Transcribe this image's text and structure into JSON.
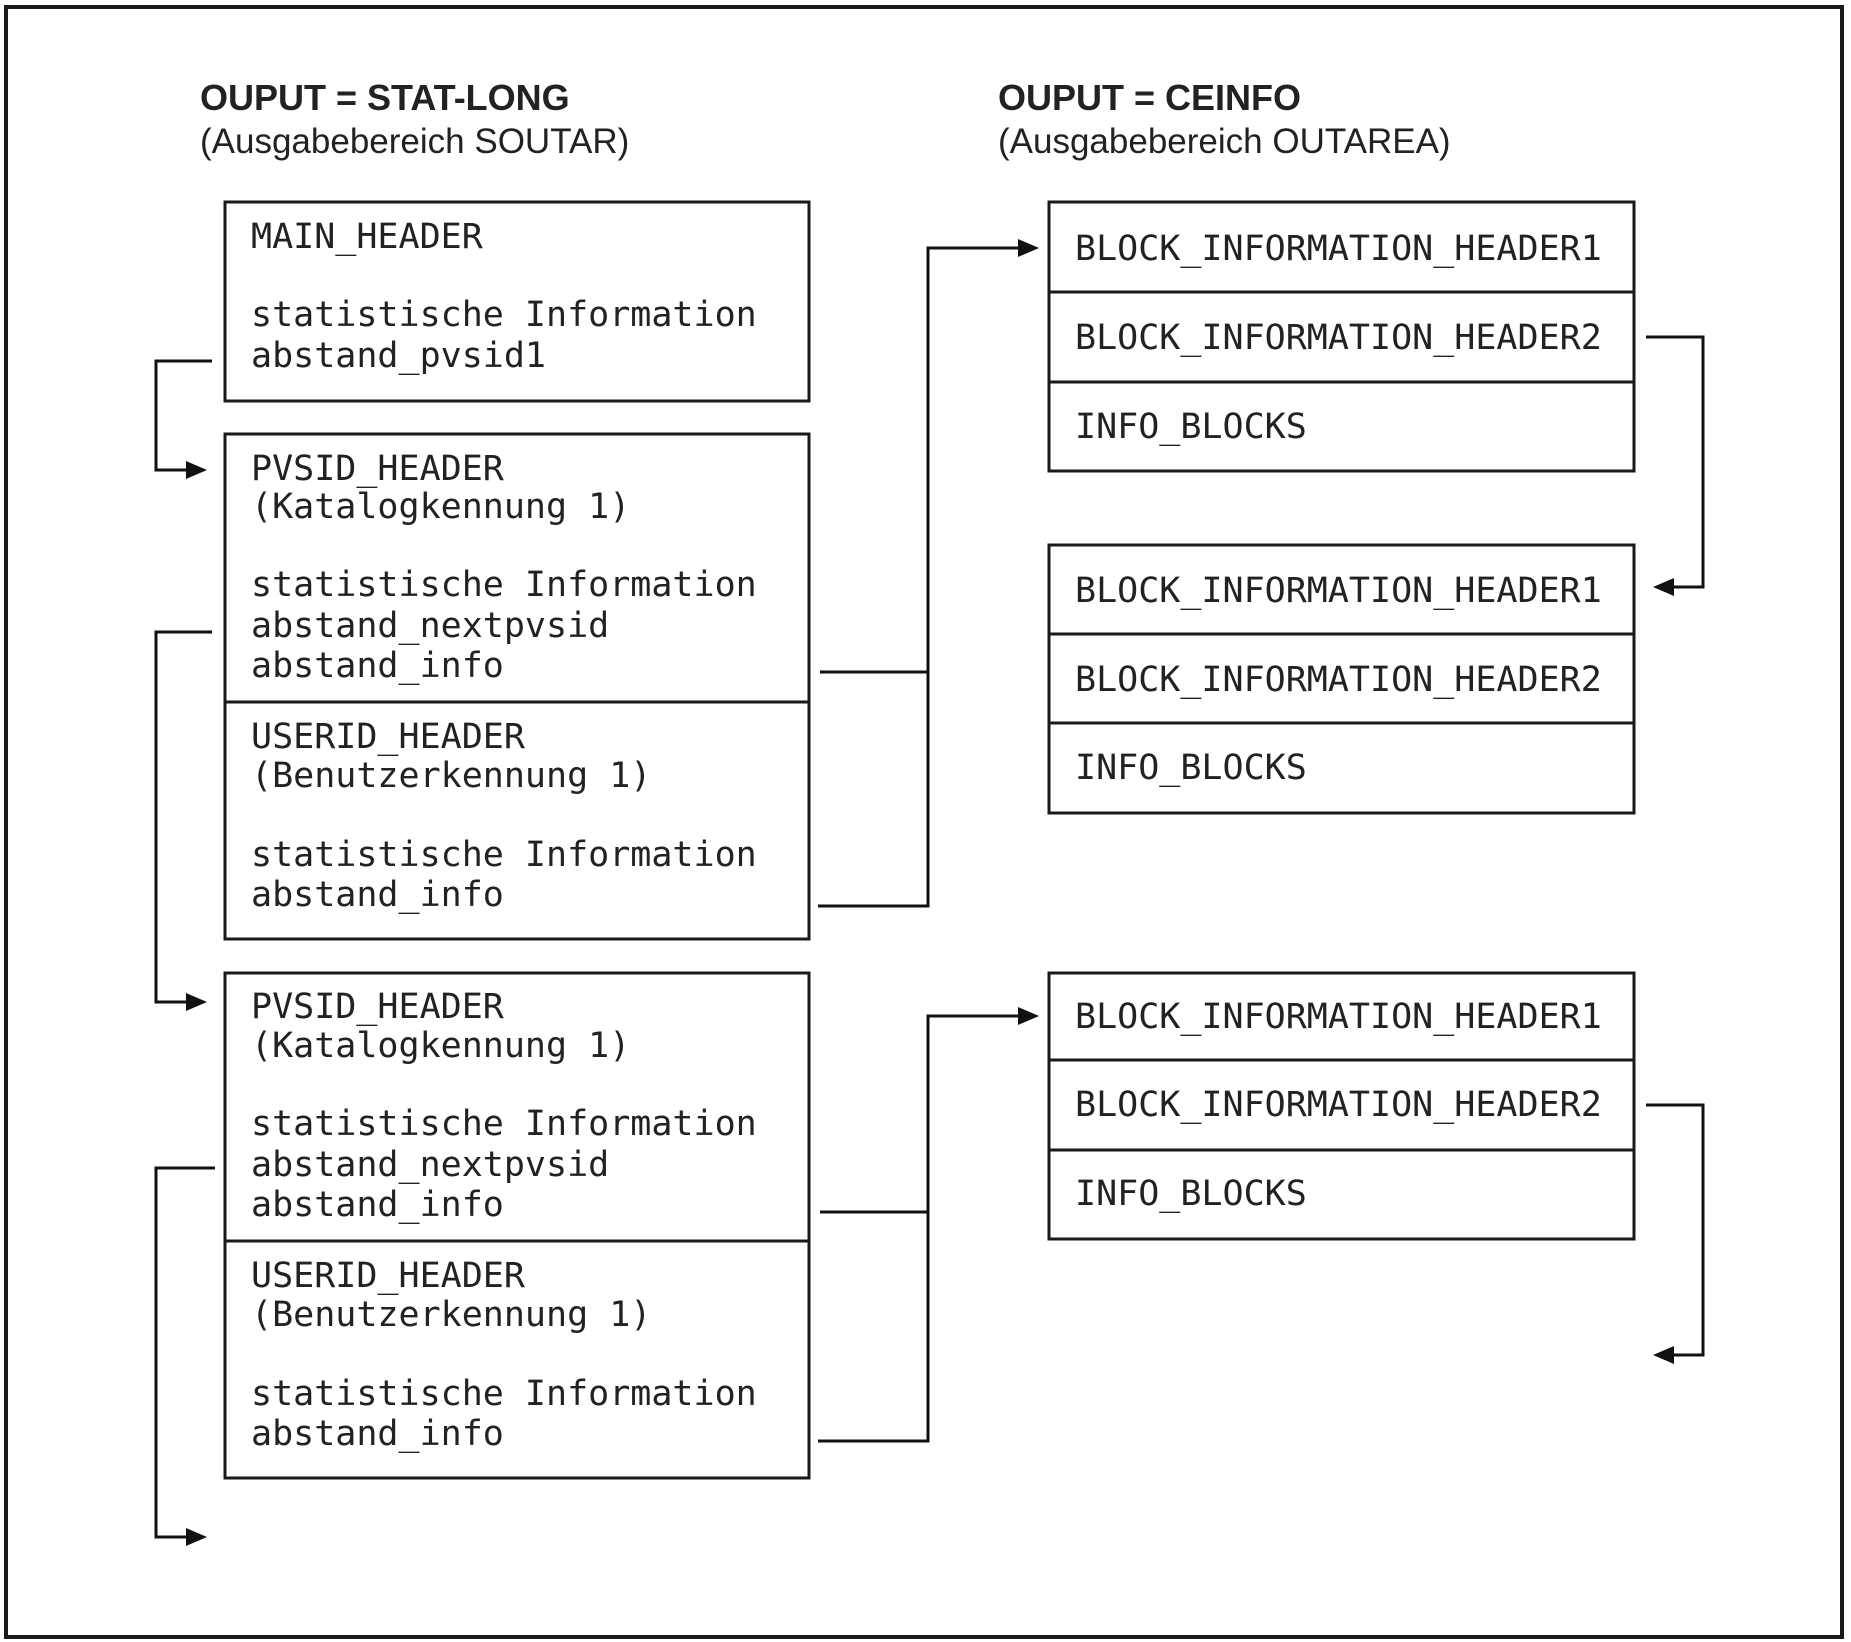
{
  "left_header": {
    "title": "OUPUT = STAT-LONG",
    "subtitle": "(Ausgabebereich SOUTAR)"
  },
  "right_header": {
    "title": "OUPUT = CEINFO",
    "subtitle": "(Ausgabebereich OUTAREA)"
  },
  "main_header": {
    "name": "MAIN_HEADER",
    "info": "statistische Information",
    "offset": "abstand_pvsid1"
  },
  "pvsid_groups": [
    {
      "pvsid": {
        "name": "PVSID_HEADER",
        "sub": "(Katalogkennung 1)",
        "info": "statistische Information",
        "next": "abstand_nextpvsid",
        "offset": "abstand_info"
      },
      "userid": {
        "name": "USERID_HEADER",
        "sub": "(Benutzerkennung 1)",
        "info": "statistische Information",
        "offset": "abstand_info"
      }
    },
    {
      "pvsid": {
        "name": "PVSID_HEADER",
        "sub": "(Katalogkennung 1)",
        "info": "statistische Information",
        "next": "abstand_nextpvsid",
        "offset": "abstand_info"
      },
      "userid": {
        "name": "USERID_HEADER",
        "sub": "(Benutzerkennung 1)",
        "info": "statistische Information",
        "offset": "abstand_info"
      }
    }
  ],
  "block_groups": [
    {
      "header1": "BLOCK_INFORMATION_HEADER1",
      "header2": "BLOCK_INFORMATION_HEADER2",
      "blocks": "INFO_BLOCKS"
    },
    {
      "header1": "BLOCK_INFORMATION_HEADER1",
      "header2": "BLOCK_INFORMATION_HEADER2",
      "blocks": "INFO_BLOCKS"
    },
    {
      "header1": "BLOCK_INFORMATION_HEADER1",
      "header2": "BLOCK_INFORMATION_HEADER2",
      "blocks": "INFO_BLOCKS"
    }
  ]
}
